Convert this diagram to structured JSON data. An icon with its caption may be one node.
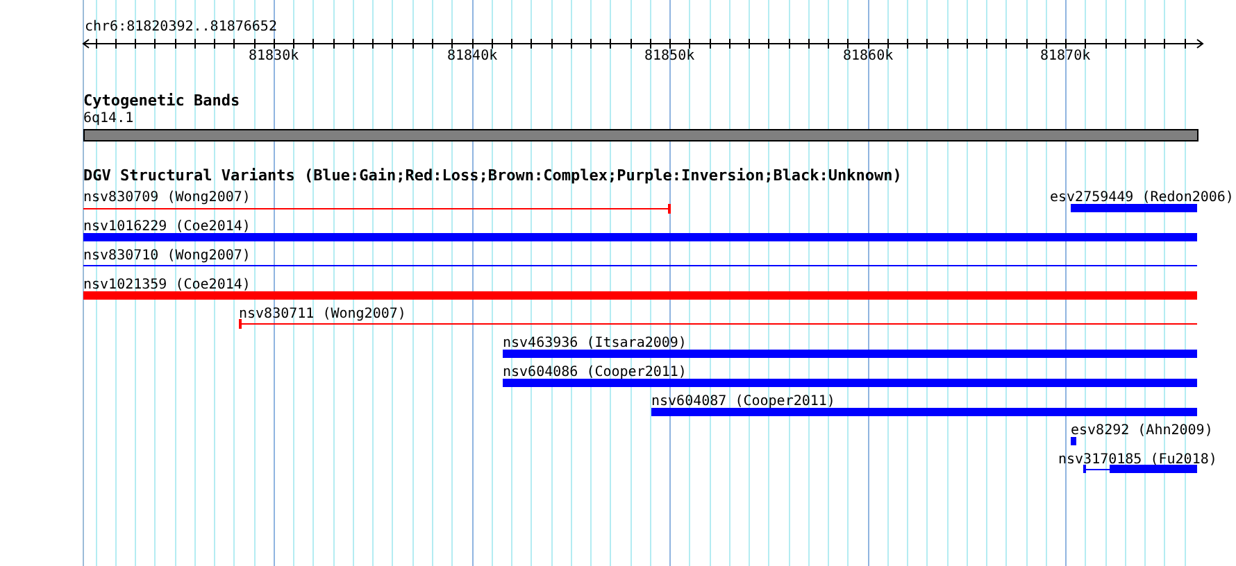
{
  "diagram": {
    "nodes": [
      {
        "text": [
          "6q14.1"
        ]
      },
      {
        "text": [
          "nsv830709 (Wong2007)"
        ]
      },
      {
        "text": [
          "esv2759449 (Redon2006)"
        ]
      },
      {
        "text": [
          "nsv1016229 (Coe2014)"
        ]
      },
      {
        "text": [
          "nsv830710 (Wong2007)"
        ]
      },
      {
        "text": [
          "nsv1021359 (Coe2014)"
        ]
      },
      {
        "text": [
          "nsv830711 (Wong2007)"
        ]
      },
      {
        "text": [
          "nsv463936 (Itsara2009)"
        ]
      },
      {
        "text": [
          "nsv604086 (Cooper2011)"
        ]
      },
      {
        "text": [
          "nsv604087 (Cooper2011)"
        ]
      },
      {
        "text": [
          "esv8292 (Ahn2009)"
        ]
      },
      {
        "text": [
          "nsv3170185 (Fu2018)"
        ]
      }
    ],
    "edges": [],
    "labels": [
      "chr6:81820392..81876652",
      "81830k",
      "81840k",
      "81850k",
      "81860k",
      "81870k",
      "Cytogenetic Bands",
      "DGV Structural Variants (Blue:Gain;Red:Loss;Brown:Complex;Purple:Inversion;Black:Unknown)"
    ]
  }
}
